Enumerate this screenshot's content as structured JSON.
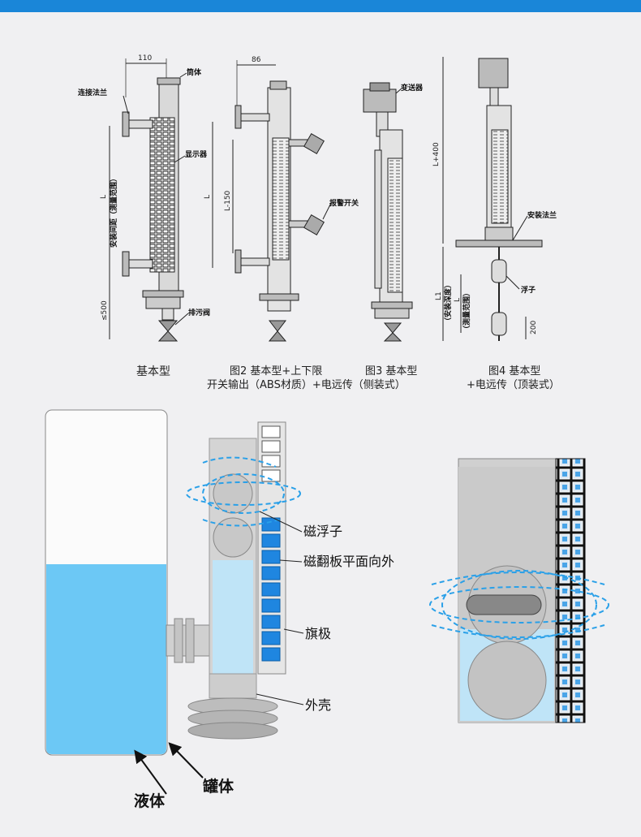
{
  "colors": {
    "banner": "#1a86d8",
    "liquid": "#6cc8f5",
    "liquid_light": "#bfe4f7",
    "field": "#2aa0e8",
    "metal": "#c9c9c9",
    "flap": "#1f86e0"
  },
  "figures": {
    "fig1": {
      "caption": "基本型",
      "dim_width": "110",
      "label_body": "筒体",
      "label_flange": "连接法兰",
      "label_display": "显示器",
      "label_drain": "排污阀",
      "dim_vertical": "L",
      "dim_vertical_note": "安装间距（测量范围）",
      "dim_bottom": "≤500"
    },
    "fig2": {
      "caption_line1": "图2  基本型+上下限",
      "caption_line2": "开关输出（ABS材质）+电远传（侧装式）",
      "dim_width": "86",
      "dim_L": "L",
      "dim_L150": "L-150",
      "label_alarm": "报警开关"
    },
    "fig3": {
      "caption": "图3 基本型",
      "label_transmitter": "变送器"
    },
    "fig4": {
      "caption_line1": "图4  基本型",
      "caption_line2": "+电远传（顶装式）",
      "dim_top": "L+400",
      "label_mount_flange": "安装法兰",
      "label_float": "浮子",
      "dim_L1": "L1",
      "dim_L1_note": "（安装深度）",
      "dim_L": "L",
      "dim_L_note": "（测量范围）",
      "dim_200": "200"
    }
  },
  "principle": {
    "label_float": "磁浮子",
    "label_flip": "磁翻板平面向外",
    "label_flag": "旗极",
    "label_shell": "外壳",
    "label_liquid": "液体",
    "label_tank": "罐体"
  }
}
